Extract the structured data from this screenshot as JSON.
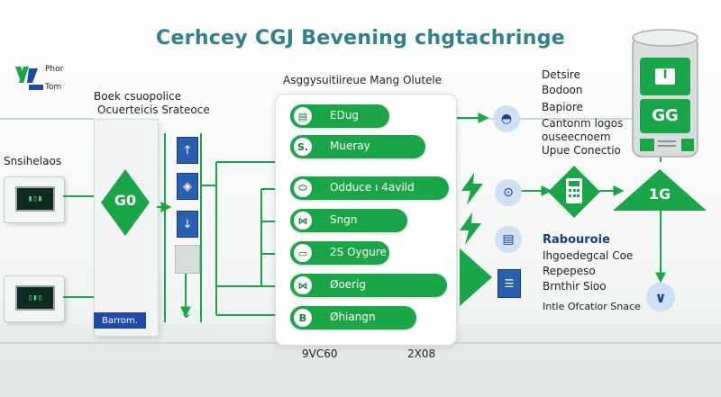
{
  "title": "Cerhcey CGJ Bevening chgtachringe",
  "logo": {
    "line1": "Phor",
    "line2": "Tom"
  },
  "left_header": {
    "line1": "Boek csuopolice",
    "line2": "Ocuerteicis Srateoce"
  },
  "left_device_label": "Snsihelaos",
  "left_panel_gem": "G0",
  "legend_badge": "Barrom.",
  "center_header": "Asggysuitiireue Mang Olutele",
  "center_items": [
    {
      "icon": "▤",
      "label": "EDug"
    },
    {
      "icon": "S.",
      "label": "Mueray"
    },
    {
      "icon": "⬭",
      "label": "Odduce ı 4avild"
    },
    {
      "icon": "⋈",
      "label": "Sngn"
    },
    {
      "icon": "▭",
      "label": "2S Oygure"
    },
    {
      "icon": "⋈",
      "label": "Øoerig"
    },
    {
      "icon": "B",
      "label": "Øhiangn"
    }
  ],
  "center_footer_left": "9VC60",
  "center_footer_right": "2X08",
  "right_labels_top": [
    "Detsire",
    "Bodoon",
    "Bapiore",
    "Cantonm logos",
    "ouseecnoem",
    "Upue Conectio"
  ],
  "cylinder": {
    "top_label": "I",
    "mid_label": "GG"
  },
  "triangle_label": "1G",
  "right_labels_bottom": [
    "Rabouroie",
    "Ihgoedegcal Coe",
    "Repepeso",
    "Brnthir Sioo",
    "Intle Ofcatior Snace"
  ]
}
